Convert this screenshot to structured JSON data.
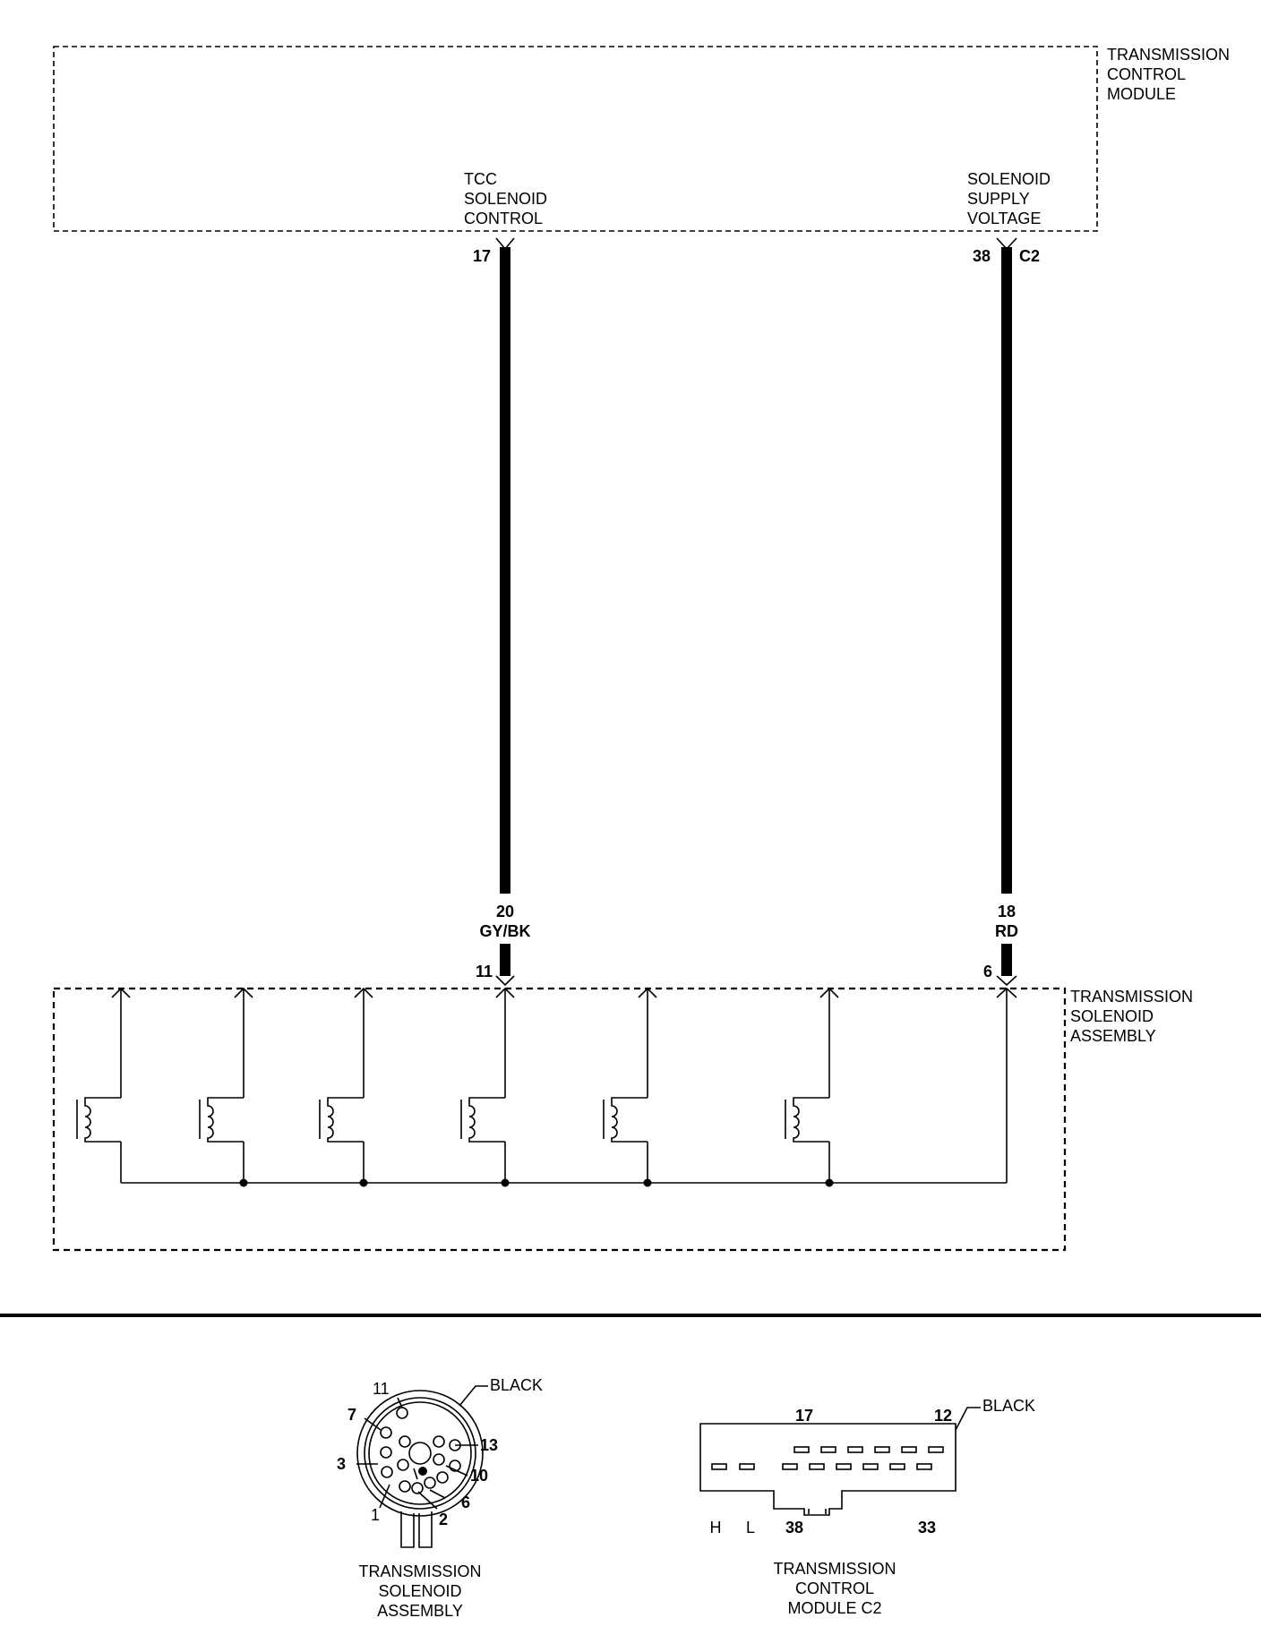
{
  "tcm": {
    "title": [
      "TRANSMISSION",
      "CONTROL",
      "MODULE"
    ]
  },
  "tcm_pins": {
    "tcc": {
      "label": [
        "TCC",
        "SOLENOID",
        "CONTROL"
      ],
      "pin": "17"
    },
    "supply": {
      "label": [
        "SOLENOID",
        "SUPPLY",
        "VOLTAGE"
      ],
      "pin": "38",
      "connector": "C2"
    }
  },
  "wires": {
    "tcc": {
      "gauge": "20",
      "color": "GY/BK",
      "pin": "11"
    },
    "supply": {
      "gauge": "18",
      "color": "RD",
      "pin": "6"
    }
  },
  "tsa": {
    "title": [
      "TRANSMISSION",
      "SOLENOID",
      "ASSEMBLY"
    ]
  },
  "tsa_connector": {
    "color": "BLACK",
    "pins": [
      "11",
      "7",
      "3",
      "13",
      "10",
      "6",
      "2",
      "1"
    ],
    "caption": [
      "TRANSMISSION",
      "SOLENOID",
      "ASSEMBLY"
    ]
  },
  "tcm_connector": {
    "color": "BLACK",
    "labels": {
      "p17": "17",
      "p12": "12",
      "h": "H",
      "l": "L",
      "p38": "38",
      "p33": "33"
    },
    "caption": [
      "TRANSMISSION",
      "CONTROL",
      "MODULE C2"
    ]
  }
}
